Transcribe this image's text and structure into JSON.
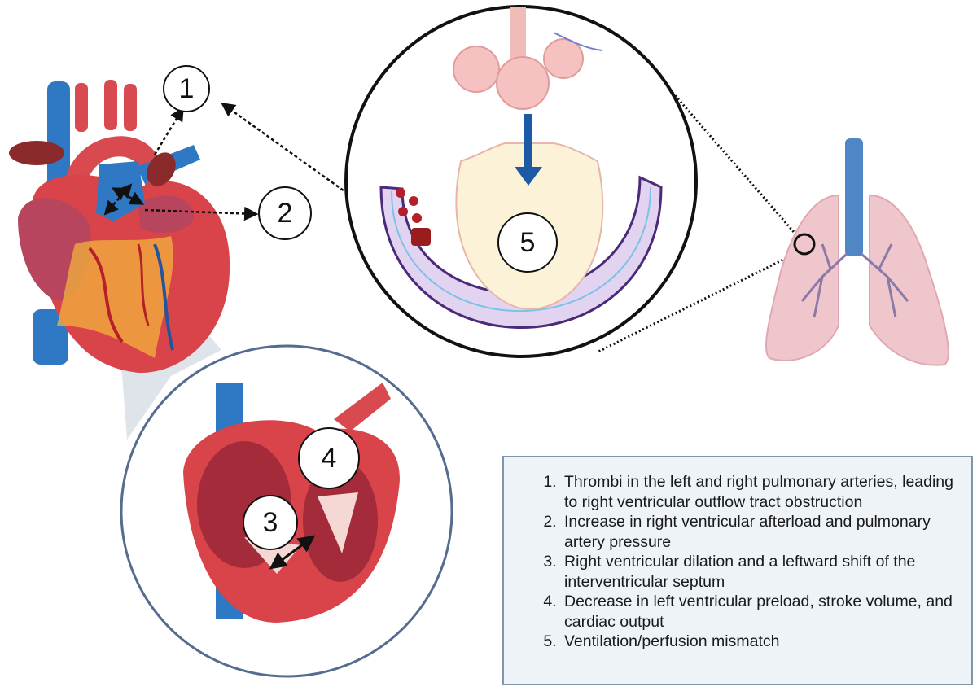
{
  "callouts": [
    "1",
    "2",
    "3",
    "4",
    "5"
  ],
  "legend": {
    "items": [
      "Thrombi in the left and right pulmonary arteries, leading to right ventricular outflow tract obstruction",
      "Increase in right ventricular afterload and pulmonary artery pressure",
      "Right ventricular dilation and a leftward shift of the interventricular septum",
      "Decrease in left ventricular preload, stroke volume, and cardiac output",
      "Ventilation/perfusion mismatch"
    ]
  },
  "colors": {
    "heart_red": "#d9444a",
    "vessel_blue": "#2f78c4",
    "lung_pink": "#efc6cc",
    "artery_wall": "#d8cbec",
    "thrombus": "#9b1c1c",
    "flow_arrow": "#1d5aa6",
    "legend_border": "#7f96ad",
    "legend_fill": "#eef3f8"
  }
}
